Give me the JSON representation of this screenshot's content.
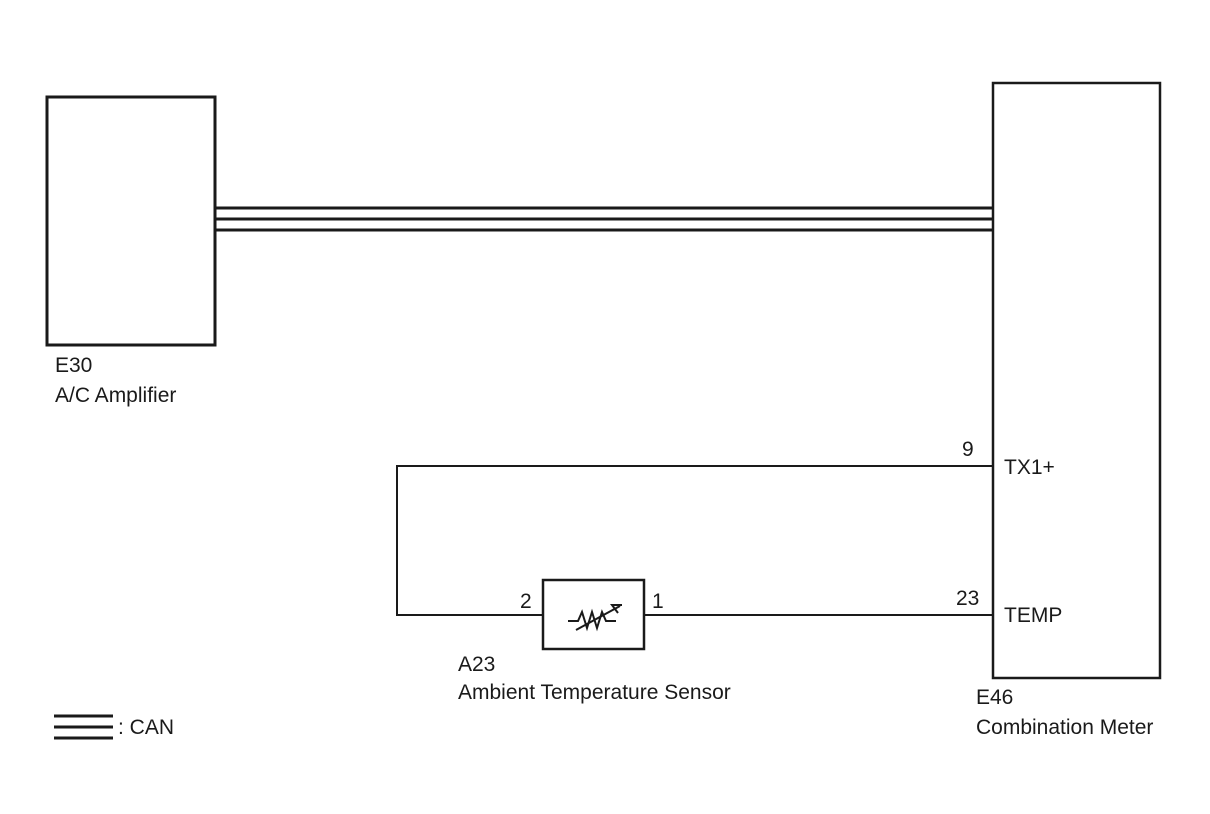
{
  "components": {
    "ac_amplifier": {
      "code": "E30",
      "name": "A/C Amplifier"
    },
    "combination_meter": {
      "code": "E46",
      "name": "Combination Meter"
    },
    "ambient_sensor": {
      "code": "A23",
      "name": "Ambient Temperature Sensor"
    }
  },
  "meter_pins": {
    "tx1": {
      "number": "9",
      "name": "TX1+"
    },
    "temp": {
      "number": "23",
      "name": "TEMP"
    }
  },
  "sensor_pins": {
    "left": "2",
    "right": "1"
  },
  "legend": {
    "can_label": ": CAN"
  }
}
